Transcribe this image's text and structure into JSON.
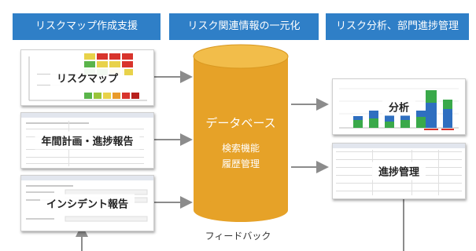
{
  "headers": [
    "リスクマップ作成支援",
    "リスク関連情報の一元化",
    "リスク分析、部門進捗管理"
  ],
  "left_cards": [
    "リスクマップ",
    "年間計画・進捗報告",
    "インシデント報告"
  ],
  "database": {
    "title": "データベース",
    "lines": [
      "検索機能",
      "履歴管理"
    ]
  },
  "right_cards": [
    "分析",
    "進捗管理"
  ],
  "feedback_label": "フィードバック",
  "colors": {
    "header_bg": "#2f7fc7",
    "cylinder": "#e6a228",
    "cylinder_top": "#f2bd4a",
    "arrow": "#8c8c8c",
    "chart_green": "#3aa94a",
    "chart_blue": "#2f6fc0"
  }
}
